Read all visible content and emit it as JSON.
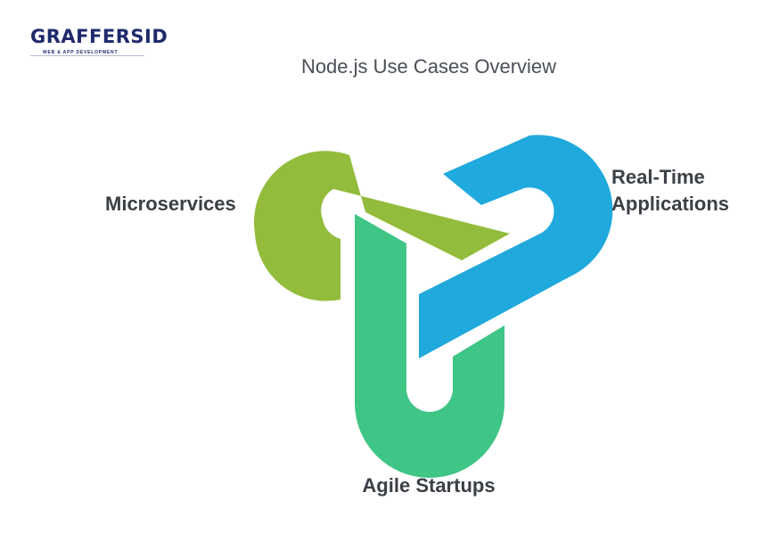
{
  "logo": {
    "brand": "GRAFFERS",
    "brand_suffix": "ID",
    "tagline": "WEB & APP DEVELOPMENT"
  },
  "title": "Node.js Use Cases Overview",
  "diagram": {
    "segments": [
      {
        "label": "Microservices",
        "color": "#93bc3c"
      },
      {
        "label_line1": "Real-Time",
        "label_line2": "Applications",
        "color": "#1fa9dd"
      },
      {
        "label": "Agile Startups",
        "color": "#3fc585"
      }
    ]
  }
}
